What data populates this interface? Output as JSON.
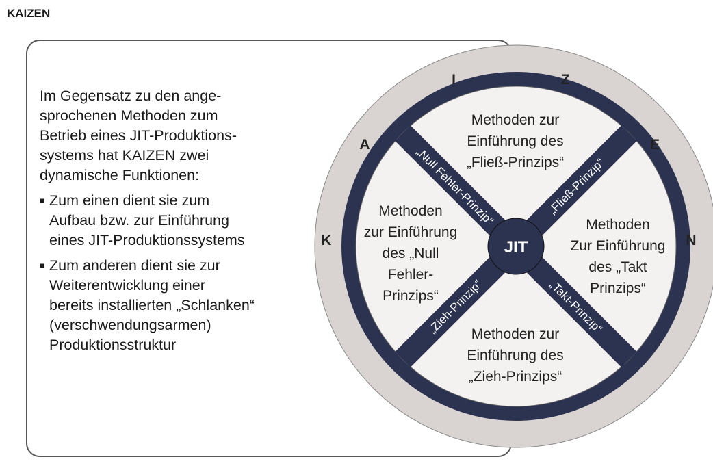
{
  "title": "KAIZEN",
  "intro": [
    "Im Gegensatz zu den ange-",
    "sprochenen Methoden zum",
    "Betrieb eines JIT-Produktions-",
    "systems hat KAIZEN zwei",
    "dynamische Funktionen:"
  ],
  "bullets": [
    [
      "Zum einen dient sie zum",
      "Aufbau bzw. zur Einführung",
      "eines JIT-Produktionssystems"
    ],
    [
      "Zum anderen dient sie zur",
      "Weiterentwicklung einer",
      "bereits installierten „Schlanken“",
      "(verschwendungsarmen)",
      "Produktionsstruktur"
    ]
  ],
  "ring_letters": [
    "K",
    "A",
    "I",
    "Z",
    "E",
    "N"
  ],
  "center": "JIT",
  "spokes": {
    "null": "„Null Fehler-Prinzip“",
    "fliess": "„Fließ-Prinzip“",
    "zieh": "„Zieh-Prinzip“",
    "takt": "„Takt-Prinzip“"
  },
  "quadrants": {
    "top": [
      "Methoden zur",
      "Einführung des",
      "„Fließ-Prinzips“"
    ],
    "left": [
      "Methoden",
      "zur Einführung",
      "des „Null",
      "Fehler-",
      "Prinzips“"
    ],
    "right": [
      "Methoden",
      "Zur Einführung",
      "des „Takt",
      "Prinzips“"
    ],
    "bottom": [
      "Methoden zur",
      "Einführung des",
      "„Zieh-Prinzips“"
    ]
  },
  "colors": {
    "navy": "#2b3350",
    "ring": "#d9d4d2",
    "inner": "#f4f2f1"
  }
}
